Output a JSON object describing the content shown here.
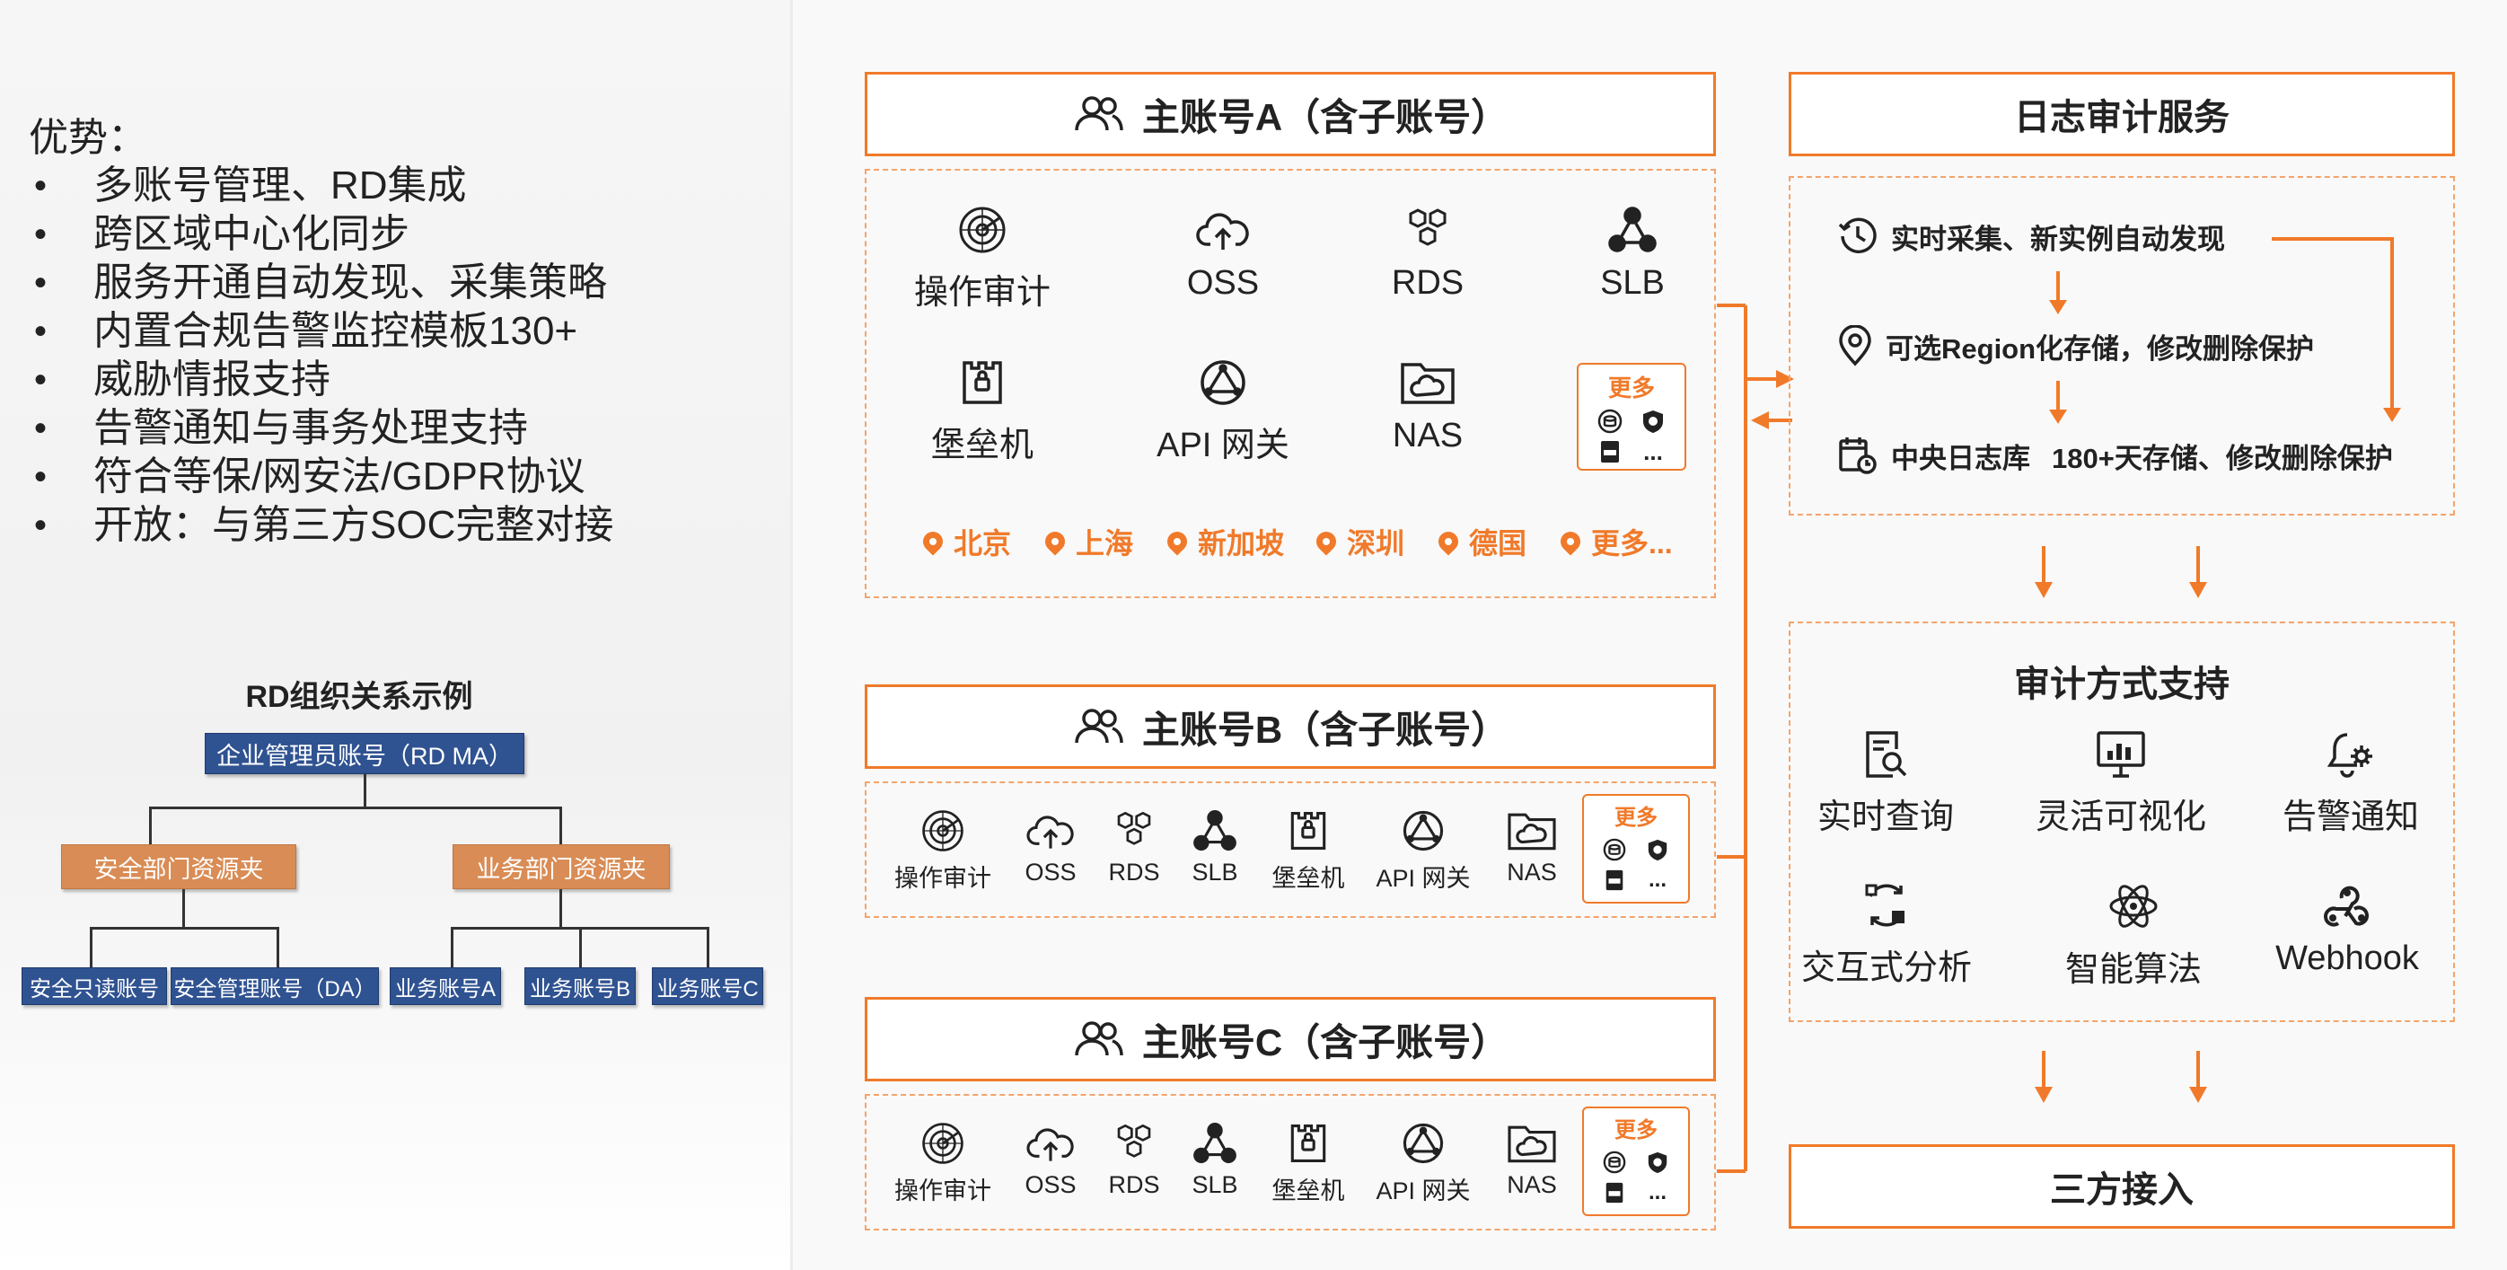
{
  "left": {
    "advantages_title": "优势：",
    "advantages": [
      "多账号管理、RD集成",
      "跨区域中心化同步",
      "服务开通自动发现、采集策略",
      "内置合规告警监控模板130+",
      "威胁情报支持",
      "告警通知与事务处理支持",
      "符合等保/网安法/GDPR协议",
      "开放：与第三方SOC完整对接"
    ],
    "bullet": "•",
    "rd_title": "RD组织关系示例",
    "org": {
      "root": "企业管理员账号（RD MA）",
      "security_folder": "安全部门资源夹",
      "business_folder": "业务部门资源夹",
      "security_readonly": "安全只读账号",
      "security_admin": "安全管理账号（DA）",
      "biz_a": "业务账号A",
      "biz_b": "业务账号B",
      "biz_c": "业务账号C"
    }
  },
  "accounts": [
    {
      "title": "主账号A（含子账号）"
    },
    {
      "title": "主账号B（含子账号）"
    },
    {
      "title": "主账号C（含子账号）"
    }
  ],
  "services": {
    "audit": "操作审计",
    "oss": "OSS",
    "rds": "RDS",
    "slb": "SLB",
    "bastion": "堡垒机",
    "api": "API 网关",
    "nas": "NAS"
  },
  "more": {
    "label": "更多",
    "ellipsis": "..."
  },
  "regions": [
    "北京",
    "上海",
    "新加坡",
    "深圳",
    "德国",
    "更多..."
  ],
  "log_service": {
    "title": "日志审计服务",
    "feature1": "实时采集、新实例自动发现",
    "feature2": "可选Region化存储，修改删除保护",
    "feature3a": "中央日志库",
    "feature3b": "180+天存储、修改删除保护"
  },
  "audit_support": {
    "title": "审计方式支持",
    "items": [
      "实时查询",
      "灵活可视化",
      "告警通知",
      "交互式分析",
      "智能算法",
      "Webhook"
    ]
  },
  "third_party": "三方接入",
  "colors": {
    "accent": "#f07a2a",
    "dashed": "#f3a46c",
    "org_blue": "#2f5291",
    "org_orange": "#d98c55"
  }
}
